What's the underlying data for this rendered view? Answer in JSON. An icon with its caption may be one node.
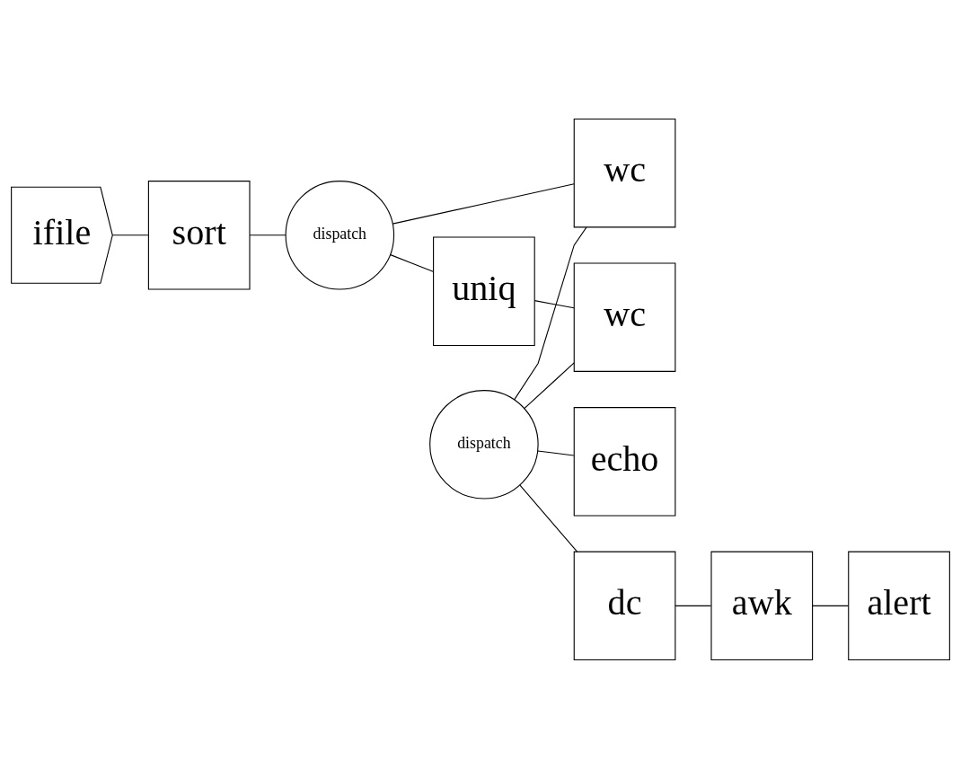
{
  "diagram": {
    "nodes": [
      {
        "text": [
          "ifile"
        ]
      },
      {
        "text": [
          "sort"
        ]
      },
      {
        "text": [
          "dispatch"
        ]
      },
      {
        "text": [
          "uniq"
        ]
      },
      {
        "text": [
          "wc"
        ]
      },
      {
        "text": [
          "wc"
        ]
      },
      {
        "text": [
          "echo"
        ]
      },
      {
        "text": [
          "dispatch"
        ]
      },
      {
        "text": [
          "dc"
        ]
      },
      {
        "text": [
          "awk"
        ]
      },
      {
        "text": [
          "alert"
        ]
      }
    ],
    "edges": [
      {
        "from": 0,
        "to": 1,
        "arrow": "none"
      },
      {
        "from": 1,
        "to": 2,
        "arrow": "none"
      },
      {
        "from": 2,
        "to": 3,
        "arrow": "none"
      },
      {
        "from": 3,
        "to": 4,
        "arrow": "none"
      },
      {
        "from": 2,
        "to": 5,
        "arrow": "none"
      },
      {
        "from": 4,
        "to": 7,
        "arrow": "none"
      },
      {
        "from": 5,
        "to": 7,
        "arrow": "none"
      },
      {
        "from": 6,
        "to": 7,
        "arrow": "none"
      },
      {
        "from": 7,
        "to": 8,
        "arrow": "none"
      },
      {
        "from": 8,
        "to": 9,
        "arrow": "none"
      },
      {
        "from": 9,
        "to": 10,
        "arrow": "none"
      }
    ]
  }
}
